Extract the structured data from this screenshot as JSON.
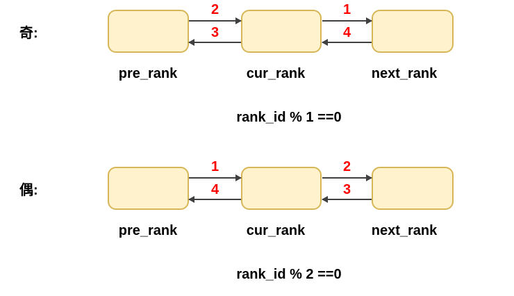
{
  "diagram": {
    "background": "#ffffff",
    "colors": {
      "box_fill": "#fff2cc",
      "box_border": "#d6b656",
      "arrow": "#404040",
      "step_number": "#ff0000",
      "text": "#000000"
    },
    "rows": [
      {
        "side_label": "奇:",
        "node_labels": [
          "pre_rank",
          "cur_rank",
          "next_rank"
        ],
        "edges": [
          {
            "from": "pre_rank",
            "to": "cur_rank",
            "forward_step": "2",
            "backward_step": "3"
          },
          {
            "from": "cur_rank",
            "to": "next_rank",
            "forward_step": "1",
            "backward_step": "4"
          }
        ],
        "caption": "rank_id % 1 ==0"
      },
      {
        "side_label": "偶:",
        "node_labels": [
          "pre_rank",
          "cur_rank",
          "next_rank"
        ],
        "edges": [
          {
            "from": "pre_rank",
            "to": "cur_rank",
            "forward_step": "1",
            "backward_step": "4"
          },
          {
            "from": "cur_rank",
            "to": "next_rank",
            "forward_step": "2",
            "backward_step": "3"
          }
        ],
        "caption": "rank_id % 2 ==0"
      }
    ]
  }
}
